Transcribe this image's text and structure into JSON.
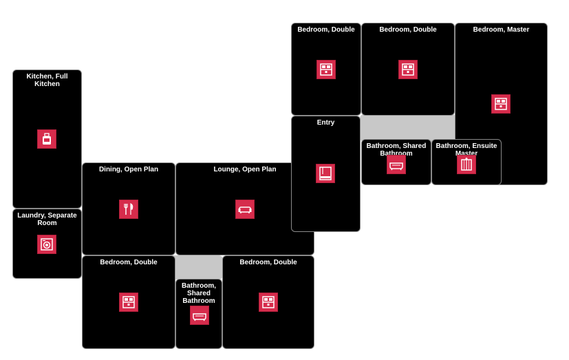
{
  "floor_plan": {
    "accent_color": "#d62c4c",
    "corridor_color": "#c8c8c8",
    "rooms": [
      {
        "id": "kitchen",
        "label": "Kitchen, Full Kitchen",
        "icon": "kitchen-appliance-icon"
      },
      {
        "id": "laundry",
        "label": "Laundry, Separate Room",
        "icon": "washing-machine-icon"
      },
      {
        "id": "dining",
        "label": "Dining, Open Plan",
        "icon": "cutlery-icon"
      },
      {
        "id": "lounge",
        "label": "Lounge, Open Plan",
        "icon": "sofa-icon"
      },
      {
        "id": "bedroom-bottom-left",
        "label": "Bedroom, Double",
        "icon": "bed-icon"
      },
      {
        "id": "bathroom-bottom",
        "label": "Bathroom, Shared Bathroom",
        "icon": "bathtub-icon"
      },
      {
        "id": "bedroom-bottom-right",
        "label": "Bedroom, Double",
        "icon": "bed-icon"
      },
      {
        "id": "entry",
        "label": "Entry",
        "icon": "welcome-mat-icon"
      },
      {
        "id": "bedroom-top-1",
        "label": "Bedroom, Double",
        "icon": "bed-icon"
      },
      {
        "id": "bedroom-top-2",
        "label": "Bedroom, Double",
        "icon": "bed-icon"
      },
      {
        "id": "bedroom-master",
        "label": "Bedroom, Master",
        "icon": "bed-icon"
      },
      {
        "id": "bathroom-shared-top",
        "label": "Bathroom, Shared Bathroom",
        "icon": "bathtub-icon"
      },
      {
        "id": "bathroom-ensuite",
        "label": "Bathroom, Ensuite Master",
        "icon": "shower-icon"
      }
    ]
  }
}
